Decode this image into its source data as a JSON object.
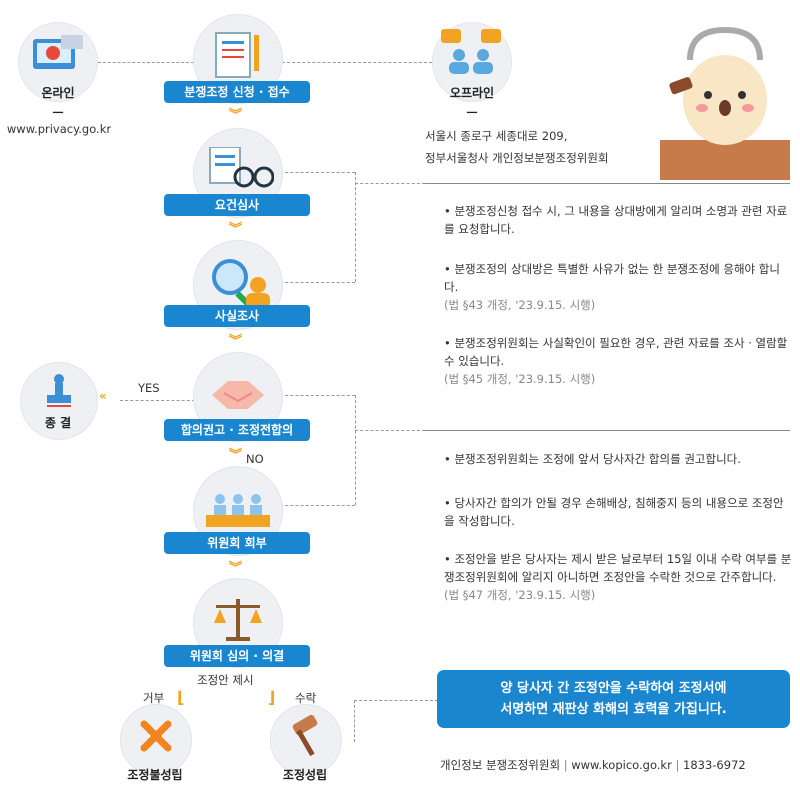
{
  "online": {
    "label": "온라인",
    "dash": "ㅡ",
    "url": "www.privacy.go.kr"
  },
  "offline": {
    "label": "오프라인",
    "dash": "ㅡ",
    "address1": "서울시 종로구 세종대로 209,",
    "address2": "정부서울청사 개인정보분쟁조정위원회"
  },
  "steps": [
    {
      "label": "분쟁조정 신청 · 접수"
    },
    {
      "label": "요건심사"
    },
    {
      "label": "사실조사"
    },
    {
      "label": "합의권고 · 조정전합의"
    },
    {
      "label": "위원회 회부"
    },
    {
      "label": "위원회 심의 · 의결"
    }
  ],
  "end": {
    "label": "종 결",
    "yes": "YES",
    "no": "NO"
  },
  "proposal": "조정안 제시",
  "reject": "거부",
  "accept": "수락",
  "fail_label": "조정불성립",
  "success_label": "조정성립",
  "bullets1": [
    {
      "text": "분쟁조정신청 접수 시, 그 내용을 상대방에게 알리며 소명과 관련 자료를 요청합니다.",
      "note": ""
    },
    {
      "text": "분쟁조정의 상대방은 특별한 사유가 없는 한 분쟁조정에 응해야 합니다.",
      "note": "(법 §43 개정, '23.9.15. 시행)"
    },
    {
      "text": "분쟁조정위원회는 사실확인이 필요한 경우, 관련 자료를 조사 · 열람할 수 있습니다.",
      "note": "(법 §45 개정, '23.9.15. 시행)"
    }
  ],
  "bullets2": [
    {
      "text": "분쟁조정위원회는 조정에 앞서 당사자간 합의를 권고합니다.",
      "note": ""
    },
    {
      "text": "당사자간 합의가 안될 경우 손해배상, 침해중지 등의 내용으로 조정안을 작성합니다.",
      "note": ""
    },
    {
      "text": "조정안을 받은 당사자는 제시 받은 날로부터 15일 이내 수락 여부를 분쟁조정위원회에 알리지 아니하면 조정안을 수락한 것으로 간주합니다.",
      "note": "(법 §47 개정, '23.9.15. 시행)"
    }
  ],
  "callout": {
    "line1": "양 당사자 간 조정안을 수락하여 조정서에",
    "line2": "서명하면 재판상 화해의 효력을 가집니다."
  },
  "footer": {
    "org": "개인정보 분쟁조정위원회",
    "sep": "|",
    "url": "www.kopico.go.kr",
    "phone": "1833-6972"
  },
  "colors": {
    "blue": "#1a86d0",
    "orange": "#f2a322"
  }
}
